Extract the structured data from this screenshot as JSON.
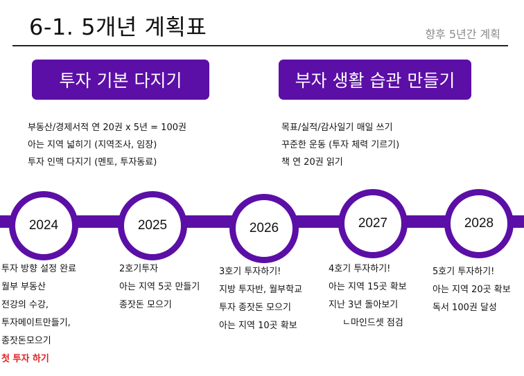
{
  "header": {
    "title": "6-1. 5개년 계획표",
    "subtitle": "향후 5년간 계획"
  },
  "banners": {
    "left": "투자 기본 다지기",
    "right": "부자 생활 습관 만들기"
  },
  "goals": {
    "left": [
      "부동산/경제서적 연 20권 x 5년 = 100권",
      "아는 지역 넓히기 (지역조사, 임장)",
      "투자 인맥 다지기 (멘토, 투자동료)"
    ],
    "right": [
      "목표/실적/감사일기 매일 쓰기",
      "꾸준한 운동 (투자 체력 기르기)",
      "책 연 20권 읽기"
    ]
  },
  "timeline": {
    "years": [
      "2024",
      "2025",
      "2026",
      "2027",
      "2028"
    ],
    "plans": [
      [
        "투자 방향 설정 완료",
        "월부 부동산",
        "전강의 수강,",
        "투자메이트만들기,",
        "종잣돈모으기",
        "첫 투자 하기"
      ],
      [
        "2호기투자",
        "아는 지역 5곳 만들기",
        "종잣돈 모으기"
      ],
      [
        "3호기 투자하기!",
        "지방 투자반, 월부학교",
        "투자 종잣돈 모으기",
        "아는 지역 10곳 확보"
      ],
      [
        "4호기 투자하기!",
        "아는 지역 15곳 확보",
        "지난 3년 돌아보기",
        "ㄴ마인드셋 점검"
      ],
      [
        "5호기 투자하기!",
        "아는 지역 20곳 확보",
        "독서 100권 달성"
      ]
    ]
  },
  "colors": {
    "accent": "#5b0fa6",
    "highlight": "#e0201c"
  }
}
